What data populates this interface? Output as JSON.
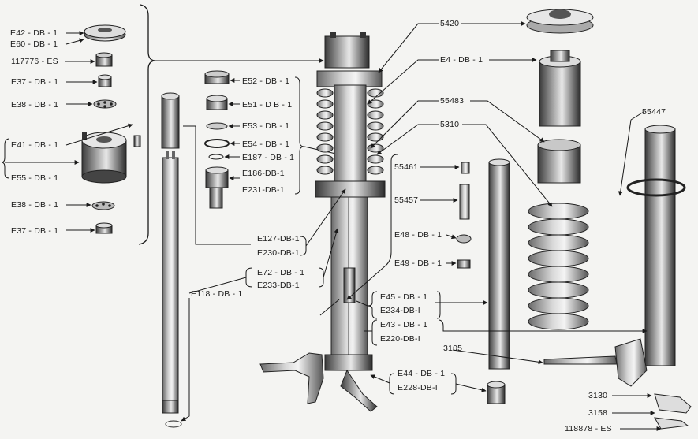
{
  "labels": {
    "e42": "E42 - DB - 1",
    "e60": "E60 - DB - 1",
    "es117776": "117776 - ES",
    "e37a": "E37 - DB - 1",
    "e38a": "E38 - DB - 1",
    "e41": "E41 - DB - 1",
    "e55": "E55 - DB - 1",
    "e38b": "E38 - DB - 1",
    "e37b": "E37 - DB - 1",
    "e52": "E52 - DB - 1",
    "e51": "E51 - D B - 1",
    "e53": "E53 - DB - 1",
    "e54": "E54 - DB - 1",
    "e187": "E187 - DB - 1",
    "e186": "E186-DB-1",
    "e231": "E231-DB-1",
    "e127": "E127-DB-1",
    "e230": "E230-DB-1",
    "e72": "E72 - DB - 1",
    "e233": "E233-DB-1",
    "e118": "E118 - DB - 1",
    "p5420": "5420",
    "e4": "E4 - DB - 1",
    "p55483": "55483",
    "p5310": "5310",
    "p55447": "55447",
    "p55461": "55461",
    "p55457": "55457",
    "e48": "E48 - DB - 1",
    "e49": "E49 - DB - 1",
    "e45": "E45 - DB - 1",
    "e234": "E234-DB-I",
    "e43": "E43 - DB - 1",
    "e220": "E220-DB-I",
    "p3105": "3105",
    "e44": "E44 - DB - 1",
    "e228": "E228-DB-I",
    "p3130": "3130",
    "p3158": "3158",
    "es118878": "118878 - ES"
  }
}
